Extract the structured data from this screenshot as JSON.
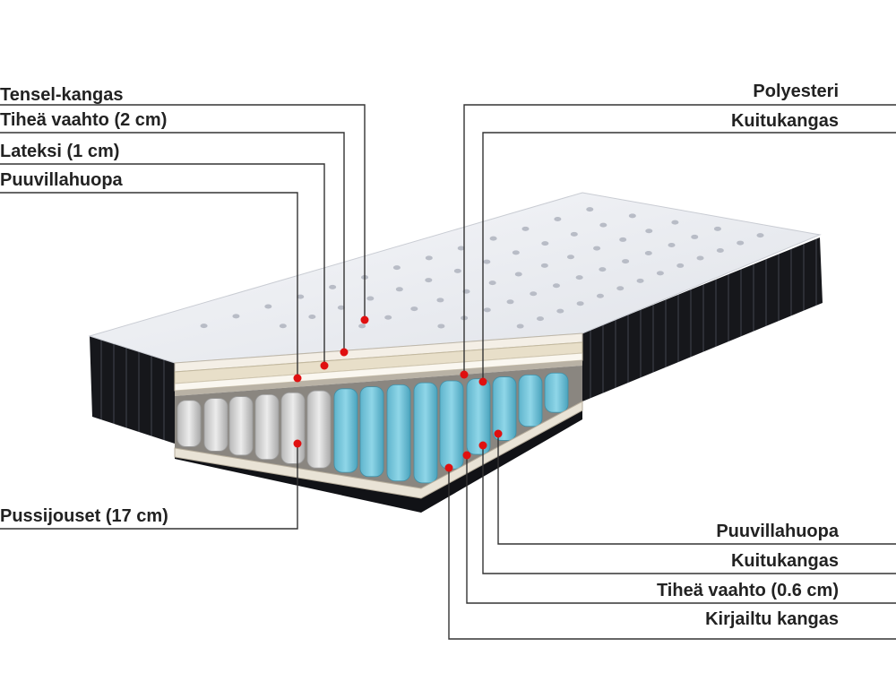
{
  "labels_left": [
    "Tensel-kangas",
    "Tiheä vaahto (2 cm)",
    "Lateksi (1 cm)",
    "Puuvillahuopa",
    "Pussijouset (17 cm)"
  ],
  "labels_right": [
    "Polyesteri",
    "Kuitukangas",
    "Puuvillahuopa",
    "Kuitukangas",
    "Tiheä vaahto (0.6 cm)",
    "Kirjailtu kangas"
  ],
  "colors": {
    "marker": "#e01010",
    "leader_line": "#333333",
    "mattress_top": "#eef0f4",
    "mattress_side": "#15161a",
    "spring_gray": "#d4d4d4",
    "spring_blue": "#6fc3d9"
  }
}
